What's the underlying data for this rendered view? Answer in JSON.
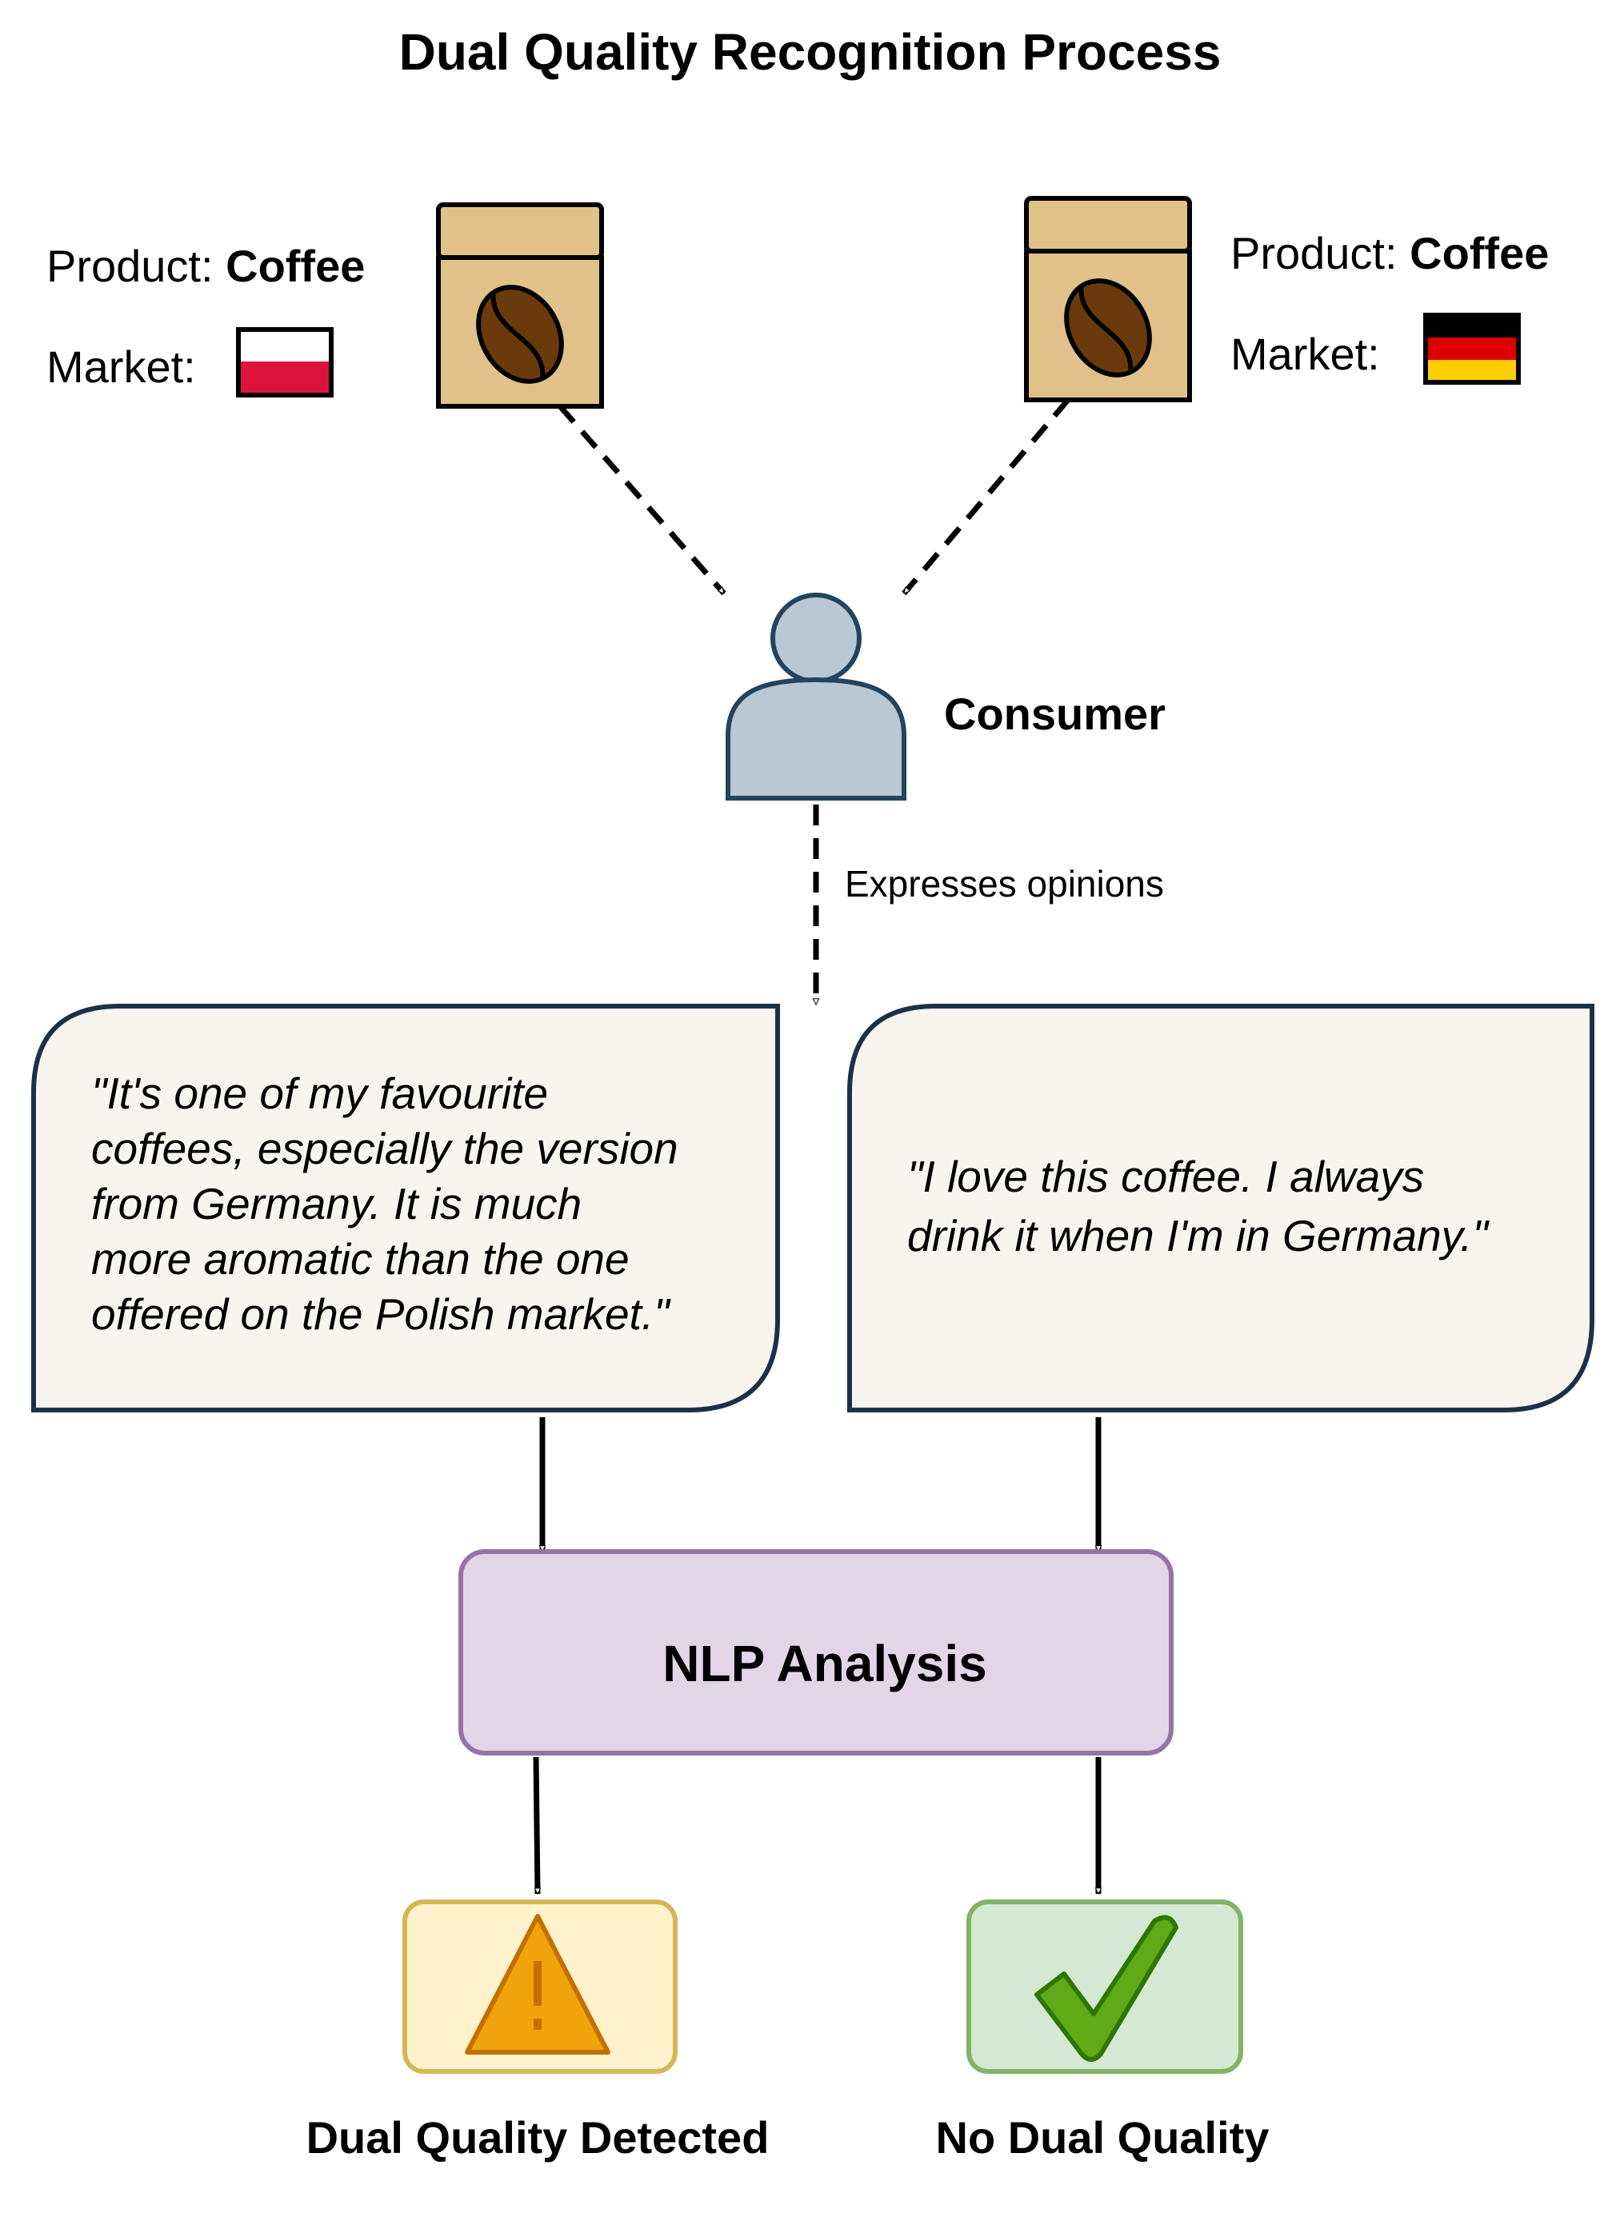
{
  "title": "Dual Quality Recognition Process",
  "left_product": {
    "product_label": "Product:",
    "product_name": "Coffee",
    "market_label": "Market:",
    "flag_icon": "poland-flag-icon",
    "flag_colors": [
      "#ffffff",
      "#dc143c"
    ]
  },
  "right_product": {
    "product_label": "Product:",
    "product_name": "Coffee",
    "market_label": "Market:",
    "flag_icon": "germany-flag-icon",
    "flag_colors": [
      "#000000",
      "#dd0000",
      "#ffce00"
    ]
  },
  "consumer": {
    "label": "Consumer",
    "icon": "person-icon",
    "edge_label": "Expresses opinions"
  },
  "opinions": [
    {
      "lines": [
        "\"It's one of my favourite",
        "coffees, especially the version",
        "from Germany. It is much",
        "more aromatic than the one",
        "offered on the Polish market.\""
      ]
    },
    {
      "lines": [
        "\"I love this coffee. I always",
        "drink it when I'm in Germany.\""
      ]
    }
  ],
  "analysis": {
    "label": "NLP Analysis"
  },
  "outcomes": [
    {
      "label": "Dual Quality Detected",
      "icon": "warning-icon",
      "color": "#f0a30a"
    },
    {
      "label": "No Dual Quality",
      "icon": "checkmark-icon",
      "color": "#60a917"
    }
  ],
  "colors": {
    "bag_fill": "#e1c18a",
    "bean_fill": "#6a3a0b",
    "person_fill": "#bac8d3",
    "person_stroke": "#23445d",
    "bubble_fill": "#f7f5ee",
    "bubble_stroke": "#1d3049",
    "nlp_fill": "#e1d5e7",
    "nlp_stroke": "#9673a6",
    "warn_fill": "#fff2cc",
    "warn_stroke": "#d6b656",
    "ok_fill": "#d5e8d4",
    "ok_stroke": "#82b366"
  }
}
